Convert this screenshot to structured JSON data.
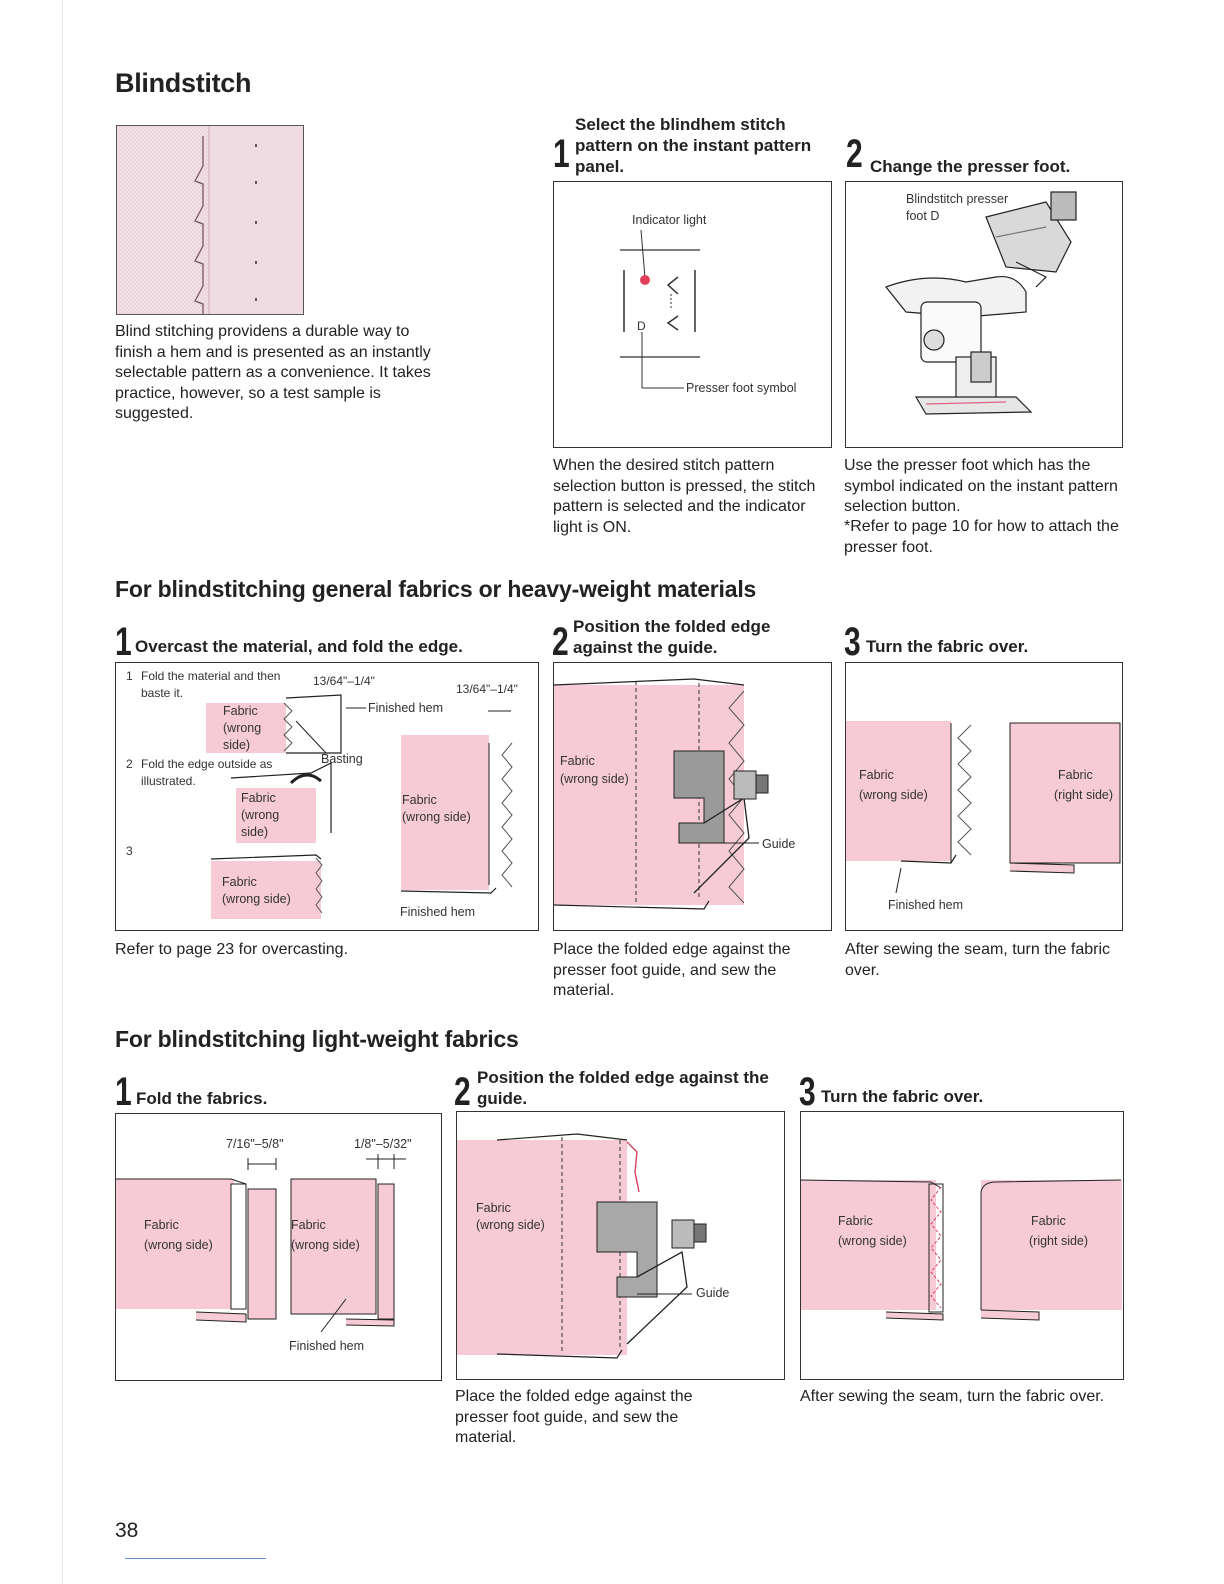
{
  "page": {
    "title": "Blindstitch",
    "intro": "Blind stitching providens a durable way to finish a hem and is presented as an instantly selectable pattern as a convenience. It takes practice, however, so a test sample is suggested.",
    "page_number": "38"
  },
  "top_steps": [
    {
      "num": "1",
      "title": "Select the blindhem stitch pattern on the instant pattern panel.",
      "labels": {
        "indicator": "Indicator light",
        "presser": "Presser foot symbol",
        "d": "D"
      },
      "caption": "When the desired stitch pattern selection button is pressed, the stitch pattern is selected and the indicator light is ON."
    },
    {
      "num": "2",
      "title": "Change the presser foot.",
      "labels": {
        "foot": "Blindstitch presser foot D"
      },
      "caption": "Use the presser foot which has the symbol indicated on the instant pattern selection button.",
      "note": "*Refer to page 10 for how to attach the presser foot."
    }
  ],
  "section_general": {
    "heading": "For blindstitching general fabrics or heavy-weight materials",
    "steps": [
      {
        "num": "1",
        "title": "Overcast the material, and fold the edge.",
        "labels": {
          "s1": "Fold the material and then baste it.",
          "s1n": "1",
          "s2": "Fold the edge outside as illustrated.",
          "s2n": "2",
          "s3n": "3",
          "dim_a": "13/64\"–1/4\"",
          "dim_b": "13/64\"–1/4\"",
          "finished_hem": "Finished hem",
          "finished_hem_2": "Finished hem",
          "basting": "Basting",
          "fabric": "Fabric",
          "wrong": "(wrong",
          "side": "side)",
          "wrong_side": "(wrong side)"
        },
        "caption": "Refer to page 23 for overcasting."
      },
      {
        "num": "2",
        "title": "Position the folded edge against the guide.",
        "labels": {
          "fabric": "Fabric",
          "wrong_side": "(wrong side)",
          "guide": "Guide"
        },
        "caption": "Place the folded edge against the presser foot guide, and sew the material."
      },
      {
        "num": "3",
        "title": "Turn the fabric over.",
        "labels": {
          "fabric": "Fabric",
          "wrong_side": "(wrong side)",
          "right_side": "(right side)",
          "finished_hem": "Finished hem"
        },
        "caption": "After sewing the seam, turn the fabric over."
      }
    ]
  },
  "section_light": {
    "heading": "For blindstitching light-weight fabrics",
    "steps": [
      {
        "num": "1",
        "title": "Fold the fabrics.",
        "labels": {
          "dim_a": "7/16\"–5/8\"",
          "dim_b": "1/8\"–5/32\"",
          "fabric": "Fabric",
          "wrong_side": "(wrong side)",
          "finished_hem": "Finished hem"
        }
      },
      {
        "num": "2",
        "title": "Position the folded edge against the guide.",
        "labels": {
          "fabric": "Fabric",
          "wrong_side": "(wrong side)",
          "guide": "Guide"
        },
        "caption": "Place the folded edge against the presser foot guide, and sew the material."
      },
      {
        "num": "3",
        "title": "Turn the fabric over.",
        "labels": {
          "fabric": "Fabric",
          "wrong_side": "(wrong side)",
          "right_side": "(right side)"
        },
        "caption": "After sewing the seam, turn the fabric over."
      }
    ]
  },
  "colors": {
    "fabric_pink": "#f6cbd5",
    "indicator_red": "#e0405a",
    "foot_gray": "#9a9a9a"
  }
}
